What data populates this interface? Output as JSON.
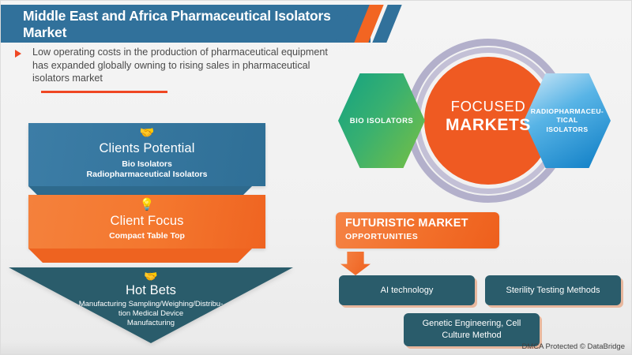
{
  "header": {
    "title": "Middle East and Africa Pharmaceutical Isolators Market",
    "bullet": "Low operating costs in the production of pharmaceutical equipment has expanded globally owning to rising sales in pharmaceutical isolators market",
    "bullet_icon": "triangle-right-icon"
  },
  "funnel": {
    "stages": [
      {
        "icon": "handshake-icon",
        "title": "Clients Potential",
        "sub_line_1": "Bio Isolators",
        "sub_line_2": "Radiopharmaceutical Isolators",
        "color": "#3c7da6"
      },
      {
        "icon": "lightbulb-icon",
        "title": "Client Focus",
        "sub_line_1": "Compact Table Top",
        "sub_line_2": "",
        "color": "#f4772e"
      },
      {
        "icon": "hand-package-icon",
        "title": "Hot Bets",
        "sub_line_1": "Manufacturing Sampling/Weighing/Distribu-",
        "sub_line_2": "tion Medical Device",
        "sub_line_3": "Manufacturing",
        "color": "#2a5c6b"
      }
    ]
  },
  "hex_diagram": {
    "center_line_1": "FOCUSED",
    "center_line_2": "MARKETS",
    "left_hex": "BIO ISOLATORS",
    "right_hex_line_1": "RADIOPHARMACEU-",
    "right_hex_line_2": "TICAL",
    "right_hex_line_3": "ISOLATORS",
    "center_color": "#ef5a22",
    "left_color": "#38b070",
    "right_color": "#0c7cc4",
    "ring_color": "#b3b0cb"
  },
  "futuristic": {
    "heading_line_1": "FUTURISTIC MARKET",
    "heading_line_2": "OPPORTUNITIES",
    "arrow_icon": "arrow-down-icon",
    "opportunities": [
      "AI technology",
      "Sterility Testing Methods",
      "Genetic Engineering, Cell Culture Method"
    ]
  },
  "footer": {
    "dmca": "DMCA Protected © DataBridge"
  }
}
